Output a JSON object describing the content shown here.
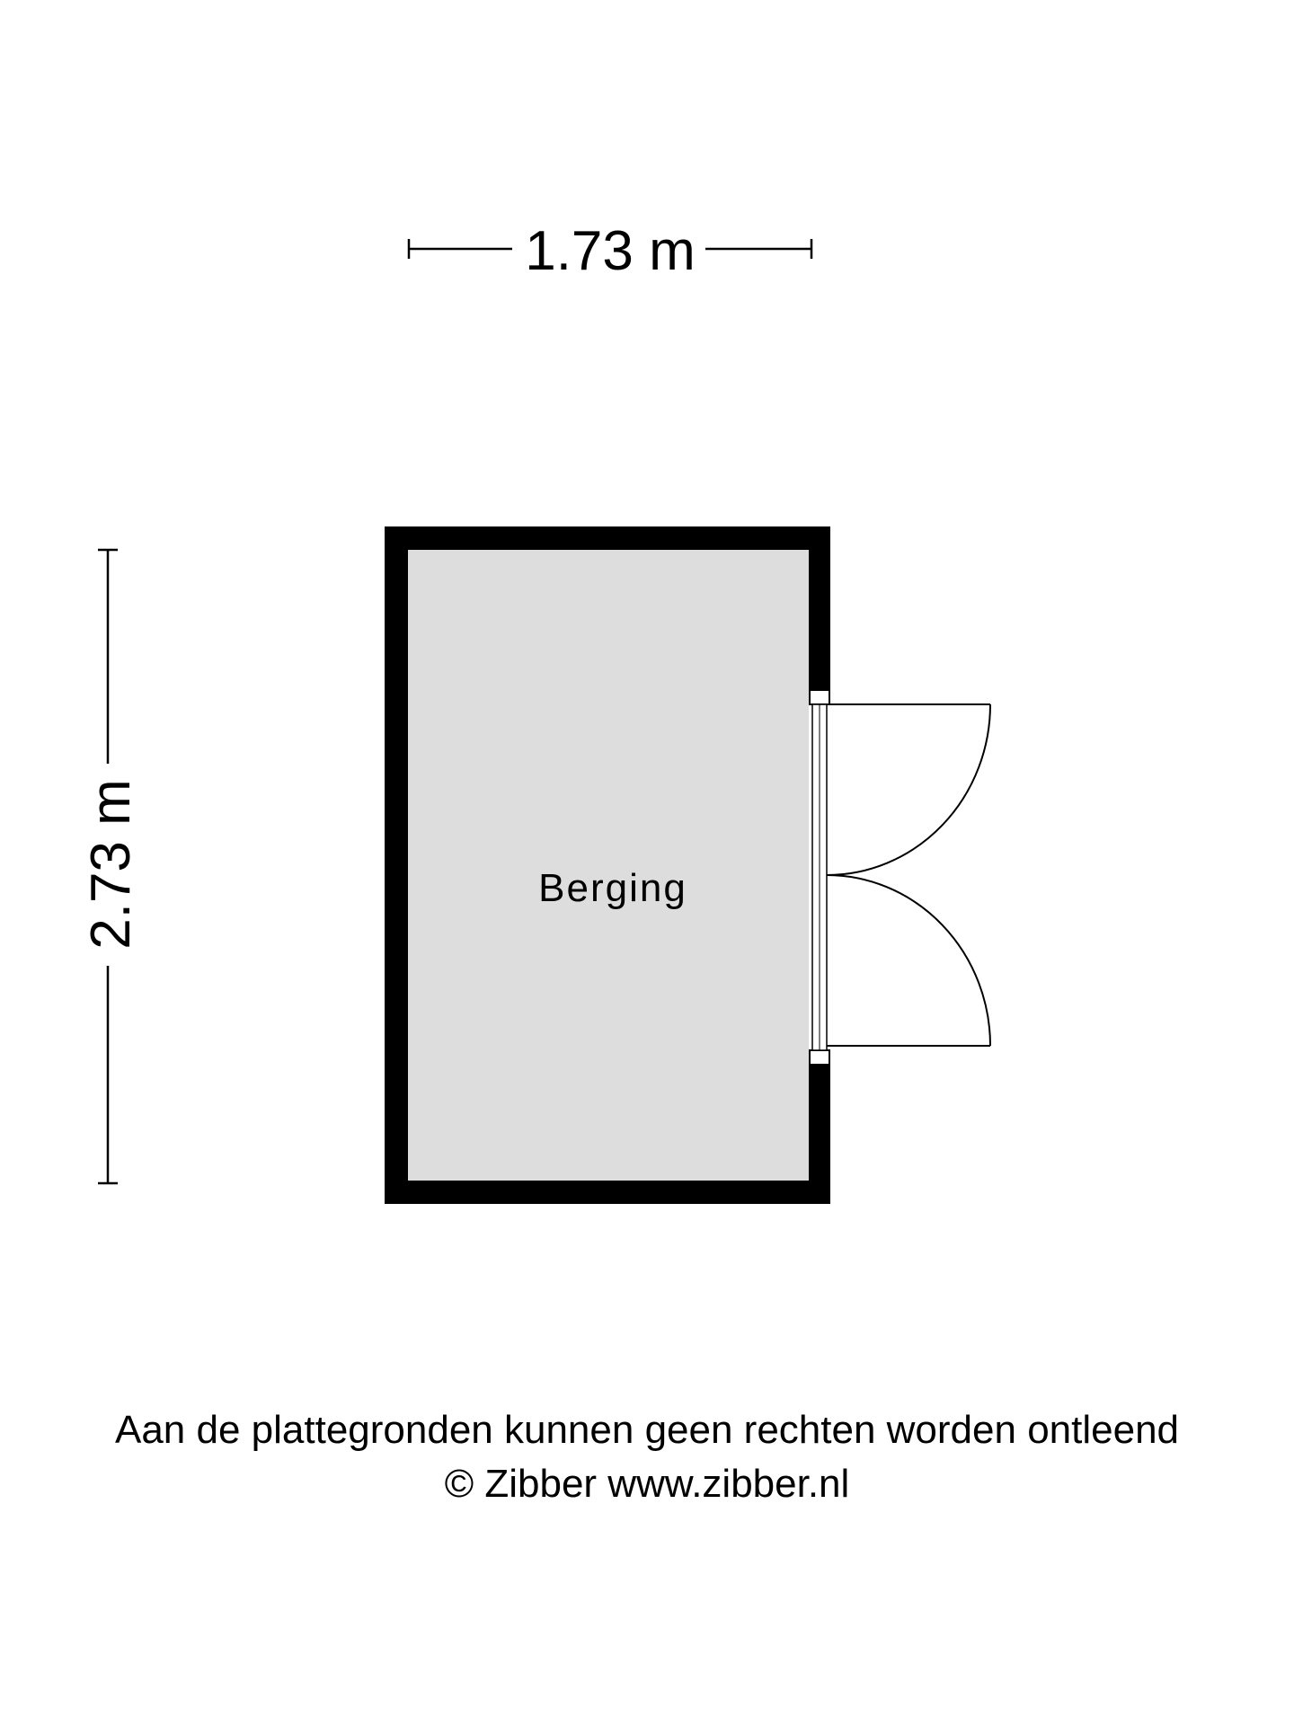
{
  "floorplan": {
    "dimensions": {
      "width_label": "1.73 m",
      "height_label": "2.73 m"
    },
    "rooms": [
      {
        "label": "Berging"
      }
    ],
    "colors": {
      "wall": "#000000",
      "floor": "#dddddd",
      "background": "#ffffff"
    }
  },
  "footer": {
    "disclaimer": "Aan de plattegronden kunnen geen rechten worden ontleend",
    "copyright": "© Zibber www.zibber.nl"
  }
}
